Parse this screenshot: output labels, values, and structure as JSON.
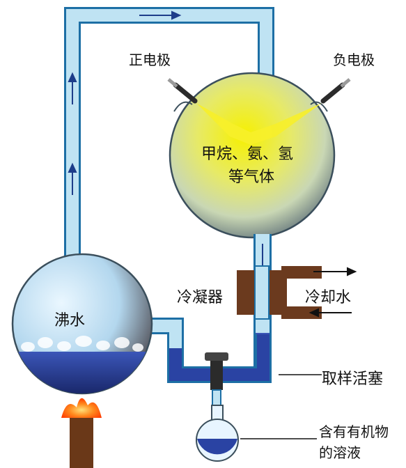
{
  "labels": {
    "positive_electrode": "正电极",
    "negative_electrode": "负电极",
    "gases_line1": "甲烷、氨、氢",
    "gases_line2": "等气体",
    "condenser": "冷凝器",
    "cooling_water": "冷却水",
    "boiling_water": "沸水",
    "sampling_stopcock": "取样活塞",
    "organic_solution_line1": "含有有机物",
    "organic_solution_line2": "的溶液"
  },
  "colors": {
    "tube": "#bfe3f3",
    "tube_outline": "#1d6fa5",
    "water": "#243a8c",
    "spark": "#f2e400",
    "condenser": "#6b3a1e",
    "flame": "#ff6a00"
  }
}
